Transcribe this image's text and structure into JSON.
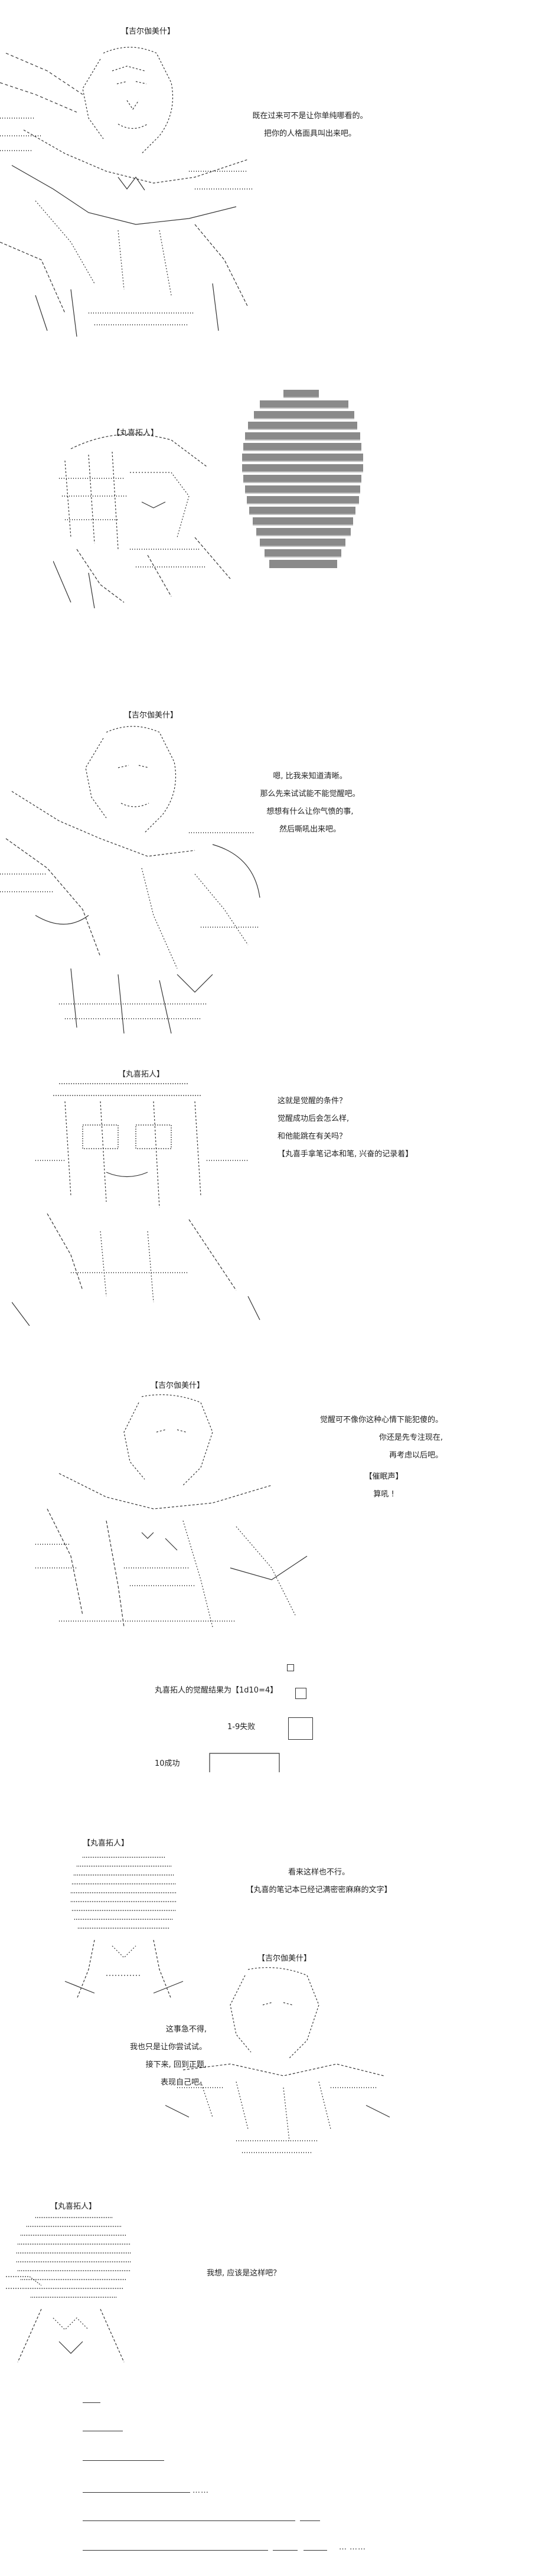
{
  "panels": [
    {
      "name": "【吉尔伽美什】",
      "lines": [
        "既在过来可不是让你单纯哪看的。",
        "把你的人格面具叫出来吧。"
      ]
    },
    {
      "name": "【丸喜拓人】",
      "lines": []
    },
    {
      "name": "【吉尔伽美什】",
      "lines": [
        "嗯, 比我来知道清晰。",
        "那么先来试试能不能觉醒吧。",
        "想想有什么让你气愤的事,",
        "然后嘶吼出来吧。"
      ]
    },
    {
      "name": "【丸喜拓人】",
      "lines": [
        "这就是觉醒的条件？",
        "觉醒成功后会怎么样,",
        "和他能跳在有关吗？",
        "【丸喜手拿笔记本和笔, 兴奋的记录着】"
      ]
    },
    {
      "name": "【吉尔伽美什】",
      "lines": [
        "觉醒可不像你这种心情下能犯傻的。",
        "你还是先专注现在,",
        "再考虑以后吧。",
        "【催眠声】",
        "算吼 !"
      ]
    },
    {
      "dice": {
        "result": "丸喜拓人的觉醒结果为【1d10=4】",
        "fail": "1-9失败",
        "success": "10成功"
      }
    },
    {
      "name": "【丸喜拓人】",
      "lines": [
        "看来这样也不行。",
        "【丸喜的笔记本已经记满密密麻麻的文字】"
      ]
    },
    {
      "name": "【吉尔伽美什】",
      "lines": [
        "这事急不得,",
        "我也只是让你尝试试。",
        "接下来, 回到正题,",
        "表现自己吧。"
      ]
    },
    {
      "name": "【丸喜拓人】",
      "lines": [
        "我想, 应该是这样吧？"
      ]
    }
  ],
  "ending": {
    "ellipsis": "…"
  }
}
